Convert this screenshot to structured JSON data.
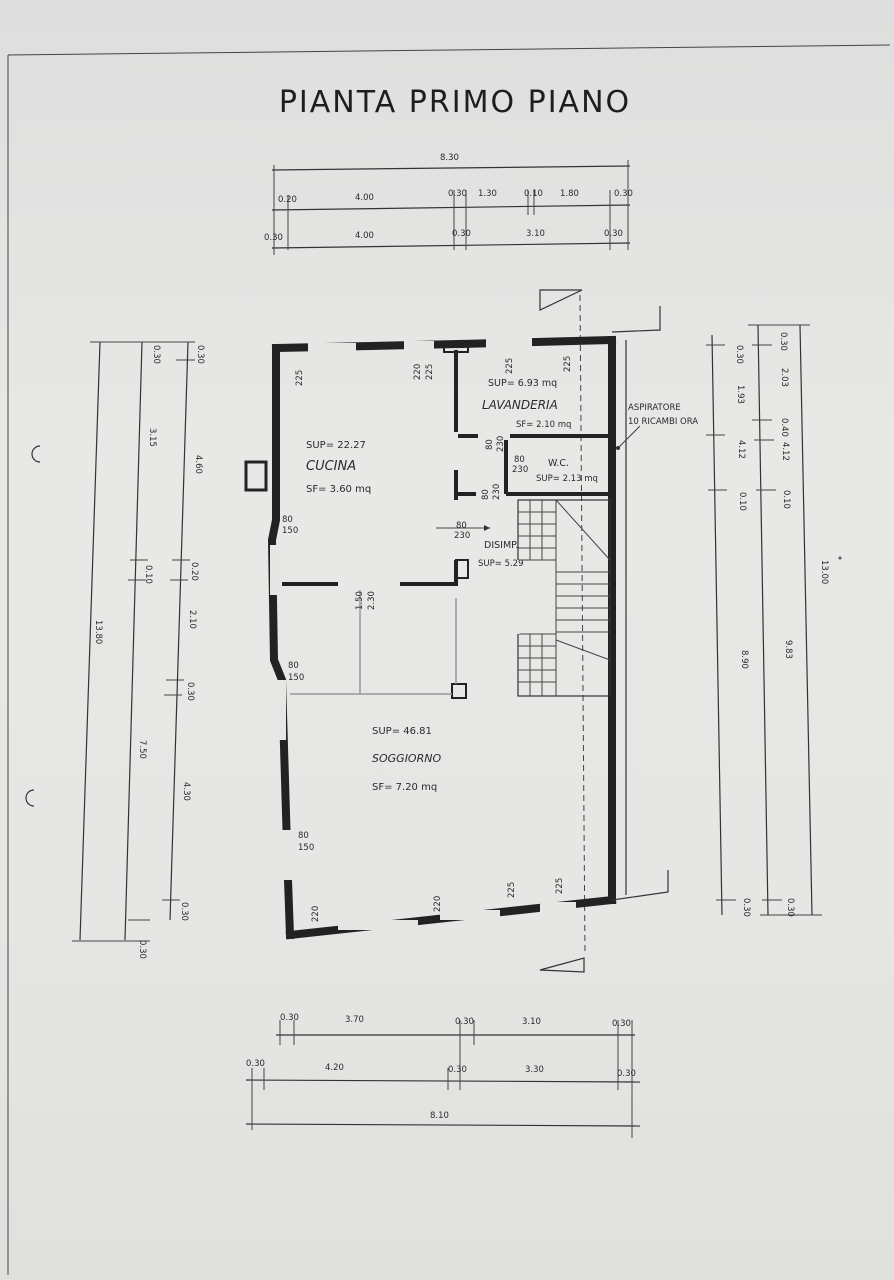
{
  "title": "PIANTA PRIMO PIANO",
  "top_dims": {
    "total": "8.30",
    "row1": [
      "0.20",
      "4.00",
      "0.30",
      "1.30",
      "0.10",
      "1.80",
      "0.30"
    ],
    "row2": [
      "0.30",
      "4.00",
      "0.30",
      "3.10",
      "0.30"
    ]
  },
  "bottom_dims": {
    "row1": [
      "0.30",
      "3.70",
      "0.30",
      "3.10",
      "0.30"
    ],
    "row2": [
      "0.30",
      "4.20",
      "0.30",
      "3.30",
      "0.30"
    ],
    "total": "8.10"
  },
  "left_dims": {
    "outer": [
      "13.80",
      "0.30"
    ],
    "mid": [
      "0.30",
      "3.15",
      "0.10",
      "7.50"
    ],
    "inner": [
      "0.30",
      "4.60",
      "0.20",
      "2.10",
      "0.30",
      "4.30",
      "0.30"
    ]
  },
  "right_dims": {
    "inner": [
      "0.30",
      "1.93",
      "4.12",
      "0.10",
      "8.90",
      "0.30"
    ],
    "mid": [
      "0.30",
      "2.03",
      "0.40",
      "4.12",
      "0.10",
      "9.83",
      "0.30"
    ],
    "outer": [
      "13.00"
    ]
  },
  "rooms": {
    "cucina": {
      "name": "CUCINA",
      "sup": "SUP= 22.27",
      "sf": "SF= 3.60 mq"
    },
    "soggiorno": {
      "name": "SOGGIORNO",
      "sup": "SUP= 46.81",
      "sf": "SF= 7.20 mq"
    },
    "lavanderia": {
      "name": "LAVANDERIA",
      "sup": "SUP= 6.93 mq",
      "sf": "SF= 2.10 mq"
    },
    "wc": {
      "name": "W.C.",
      "sup": "SUP= 2.13 mq"
    },
    "disimp": {
      "name": "DISIMP.",
      "sup": "SUP= 5.29"
    }
  },
  "note": {
    "line1": "ASPIRATORE",
    "line2": "10 RICAMBI ORA"
  },
  "openings": {
    "w1": "225",
    "w2": "220",
    "w3": "225",
    "w4": "225",
    "w5": "225",
    "d_lav_1": "80",
    "d_lav_2": "230",
    "d_wc_1": "80",
    "d_wc_2": "230",
    "d_wc2_1": "80",
    "d_wc2_2": "230",
    "d_dis_1": "80",
    "d_dis_2": "230",
    "arch_1": "1.50",
    "arch_2": "2.30",
    "wl1_1": "80",
    "wl1_2": "150",
    "wl2_1": "80",
    "wl2_2": "150",
    "wl3_1": "80",
    "wl3_2": "150",
    "wb1": "220",
    "wb2": "220",
    "wb3": "225",
    "wb4": "225"
  }
}
